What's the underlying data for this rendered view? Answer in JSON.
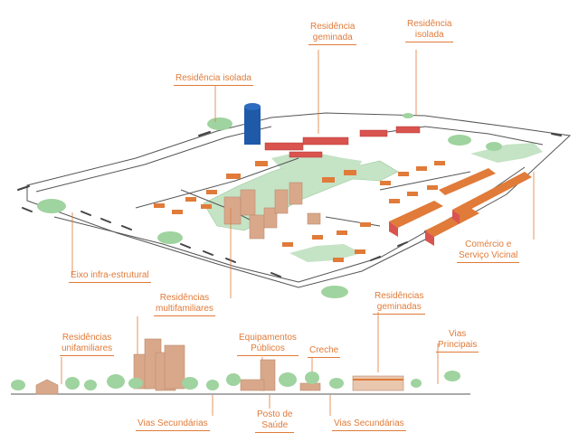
{
  "labels": {
    "residencia_geminada_top": [
      "Residência",
      "geminada"
    ],
    "residencia_isolada_top": [
      "Residência",
      "isolada"
    ],
    "residencia_isolada_left": [
      "Residência isolada"
    ],
    "comercio": [
      "Comércio e",
      "Serviço Vicinal"
    ],
    "eixo": [
      "Eixo infra-estrutural"
    ],
    "residencias_multifamiliares": [
      "Residências",
      "multifamiliares"
    ],
    "residencias_unifamiliares": [
      "Residências",
      "unifamiliares"
    ],
    "equipamentos_publicos": [
      "Equipamentos",
      "Públicos"
    ],
    "creche": [
      "Creche"
    ],
    "residencias_geminadas": [
      "Residências",
      "geminadas"
    ],
    "vias_principais": [
      "Vias",
      "Principais"
    ],
    "vias_secundarias_left": [
      "Vias Secundárias"
    ],
    "posto_saude": [
      "Posto de",
      "Saúde"
    ],
    "vias_secundarias_right": [
      "Vias Secundárias"
    ]
  },
  "colors": {
    "label": "#e07b39",
    "green_area": "#c5e3c5",
    "green_tree": "#9fd39f",
    "tower": "#1e5aa8",
    "building": "#d9a88a",
    "roof": "#e07b39",
    "house_red": "#d9534f",
    "road": "#555555"
  }
}
